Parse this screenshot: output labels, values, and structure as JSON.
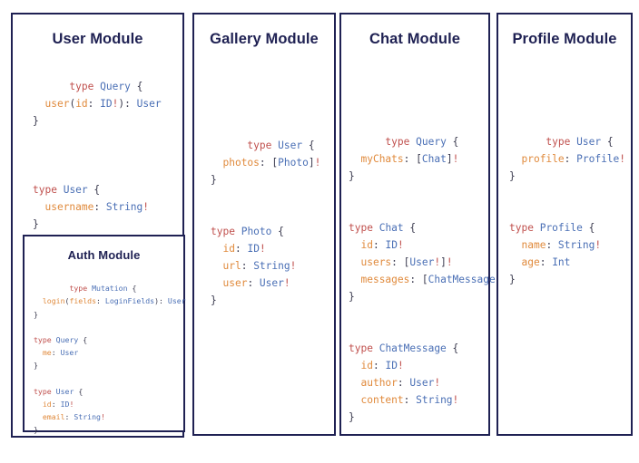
{
  "diagram": {
    "title_color": "#1f2153",
    "border_color": "#1f2153",
    "background": "#ffffff",
    "syntax_colors": {
      "keyword": "#c0504d",
      "type_name": "#4a6fb5",
      "field_name": "#e08a3c",
      "punctuation": "#3c3c50",
      "non_null_bang": "#c0504d"
    }
  },
  "modules": {
    "user": {
      "title": "User Module",
      "code": "type Query {\n  user(id: ID!): User\n}\n\n\ntype User {\n  username: String!\n}",
      "blocks": [
        {
          "keyword": "type",
          "type_name": "Query",
          "fields": [
            {
              "name": "user(id: ID!)",
              "type": "User"
            }
          ]
        },
        {
          "keyword": "type",
          "type_name": "User",
          "fields": [
            {
              "name": "username",
              "type": "String!"
            }
          ]
        }
      ]
    },
    "auth": {
      "title": "Auth Module",
      "code": "type Mutation {\n  login(fields: LoginFields): User\n}\n\ntype Query {\n  me: User\n}\n\ntype User {\n  id: ID!\n  email: String!\n}",
      "blocks": [
        {
          "keyword": "type",
          "type_name": "Mutation",
          "fields": [
            {
              "name": "login(fields: LoginFields)",
              "type": "User"
            }
          ]
        },
        {
          "keyword": "type",
          "type_name": "Query",
          "fields": [
            {
              "name": "me",
              "type": "User"
            }
          ]
        },
        {
          "keyword": "type",
          "type_name": "User",
          "fields": [
            {
              "name": "id",
              "type": "ID!"
            },
            {
              "name": "email",
              "type": "String!"
            }
          ]
        }
      ]
    },
    "gallery": {
      "title": "Gallery Module",
      "code": "type User {\n  photos: [Photo]!\n}\n\ntype Photo {\n  id: ID!\n  url: String!\n  user: User!\n}",
      "blocks": [
        {
          "keyword": "type",
          "type_name": "User",
          "fields": [
            {
              "name": "photos",
              "type": "[Photo]!"
            }
          ]
        },
        {
          "keyword": "type",
          "type_name": "Photo",
          "fields": [
            {
              "name": "id",
              "type": "ID!"
            },
            {
              "name": "url",
              "type": "String!"
            },
            {
              "name": "user",
              "type": "User!"
            }
          ]
        }
      ]
    },
    "chat": {
      "title": "Chat Module",
      "code": "type Query {\n  myChats: [Chat]!\n}\n\ntype Chat {\n  id: ID!\n  users: [User!]!\n  messages: [ChatMessage]!\n}\n\ntype ChatMessage {\n  id: ID!\n  author: User!\n  content: String!\n}",
      "blocks": [
        {
          "keyword": "type",
          "type_name": "Query",
          "fields": [
            {
              "name": "myChats",
              "type": "[Chat]!"
            }
          ]
        },
        {
          "keyword": "type",
          "type_name": "Chat",
          "fields": [
            {
              "name": "id",
              "type": "ID!"
            },
            {
              "name": "users",
              "type": "[User!]!"
            },
            {
              "name": "messages",
              "type": "[ChatMessage]!"
            }
          ]
        },
        {
          "keyword": "type",
          "type_name": "ChatMessage",
          "fields": [
            {
              "name": "id",
              "type": "ID!"
            },
            {
              "name": "author",
              "type": "User!"
            },
            {
              "name": "content",
              "type": "String!"
            }
          ]
        }
      ]
    },
    "profile": {
      "title": "Profile Module",
      "code": "type User {\n  profile: Profile!\n}\n\ntype Profile {\n  name: String!\n  age: Int\n}",
      "blocks": [
        {
          "keyword": "type",
          "type_name": "User",
          "fields": [
            {
              "name": "profile",
              "type": "Profile!"
            }
          ]
        },
        {
          "keyword": "type",
          "type_name": "Profile",
          "fields": [
            {
              "name": "name",
              "type": "String!"
            },
            {
              "name": "age",
              "type": "Int"
            }
          ]
        }
      ]
    }
  }
}
